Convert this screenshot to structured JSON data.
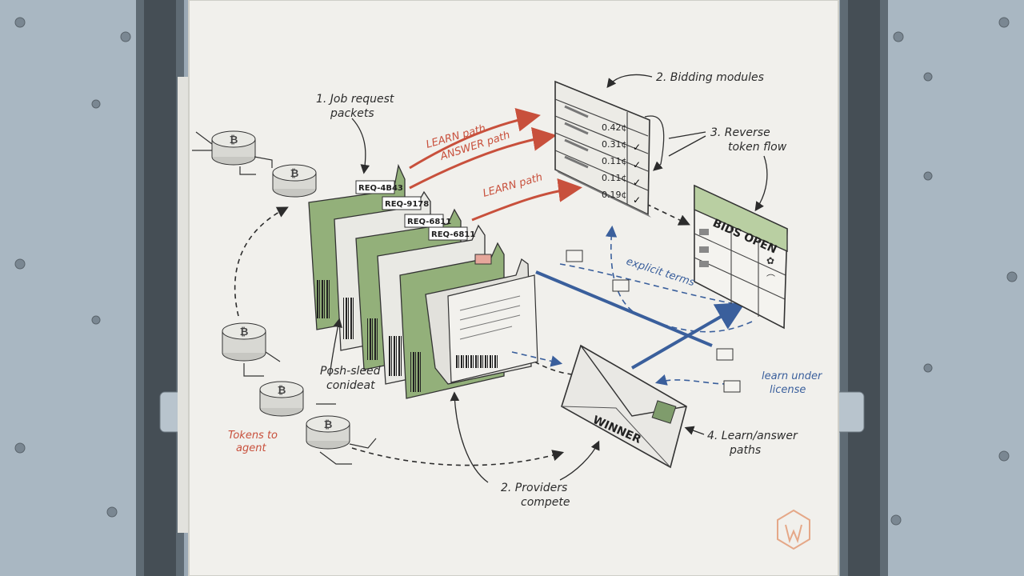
{
  "labels": {
    "job_request": [
      "1. Job request",
      "packets"
    ],
    "bidding_modules": "2. Bidding modules",
    "reverse_token": [
      "3. Reverse",
      "token flow"
    ],
    "providers": [
      "2. Providers",
      "compete"
    ],
    "learn_answer": [
      "4. Learn/answer",
      "paths"
    ],
    "tokens_to_agent": [
      "Tokens to",
      "agent"
    ],
    "posh_sealed": [
      "Posh-sleed",
      "conideat"
    ],
    "explicit_terms": "explicit terms",
    "learn_under_license": [
      "learn under",
      "license"
    ]
  },
  "paths": {
    "learn_1": "LEARN path",
    "answer": "ANSWER path",
    "learn_2": "LEARN path"
  },
  "packet_tags": [
    "REQ-4B43",
    "REQ-9178",
    "REQ-6811",
    "REQ-6811"
  ],
  "bid_prices": [
    "0.42¢",
    "0.31¢",
    "0.11¢",
    "0.11¢",
    "0.19¢"
  ],
  "bids_board_title": "BIDS OPEN",
  "envelope_label": "WINNER",
  "colors": {
    "red_path": "#c8503c",
    "blue_path": "#3a5f9c",
    "packet_green": "#93b07a",
    "board_header": "#b9cfa2",
    "ink": "#2c2c2c"
  }
}
